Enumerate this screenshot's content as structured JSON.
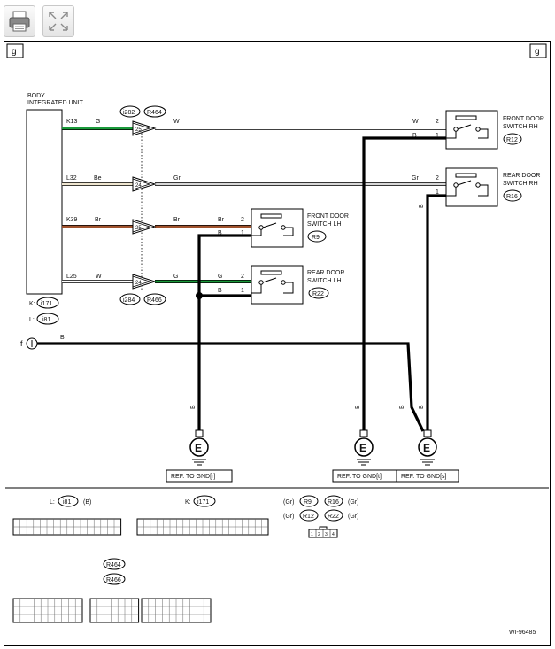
{
  "toolbar": {
    "print_icon": "printer-icon",
    "expand_icon": "expand-icon"
  },
  "marker": "g",
  "bcm": {
    "title_line1": "BODY",
    "title_line2": "INTEGRATED UNIT",
    "k_label": "K:",
    "k_conn": "i171",
    "l_label": "L:",
    "l_conn": "i81"
  },
  "wires": [
    {
      "pin": "K13",
      "left_color": "G",
      "pin_no": "25",
      "right_color": "W",
      "term_color": "W",
      "term_pin": "2"
    },
    {
      "pin": "L32",
      "left_color": "Be",
      "pin_no": "24",
      "right_color": "Gr",
      "term_color": "Gr",
      "term_pin": "2"
    },
    {
      "pin": "K39",
      "left_color": "Br",
      "pin_no": "25",
      "right_color": "Br",
      "term_color": "Br",
      "term_pin": "2"
    },
    {
      "pin": "L25",
      "left_color": "W",
      "pin_no": "24",
      "right_color": "G",
      "term_color": "G",
      "term_pin": "2"
    }
  ],
  "joint_conn": {
    "top_a": "i282",
    "top_b": "R464",
    "bot_a": "i284",
    "bot_b": "R466"
  },
  "switches": {
    "front_rh": {
      "line1": "FRONT DOOR",
      "line2": "SWITCH RH",
      "conn": "R12"
    },
    "rear_rh": {
      "line1": "REAR DOOR",
      "line2": "SWITCH RH",
      "conn": "R16"
    },
    "front_lh": {
      "line1": "FRONT DOOR",
      "line2": "SWITCH LH",
      "conn": "R9"
    },
    "rear_lh": {
      "line1": "REAR DOOR",
      "line2": "SWITCH LH",
      "conn": "R22"
    }
  },
  "ground_labels": {
    "b": "B",
    "one": "1",
    "two": "2",
    "e": "E"
  },
  "f_marker": "f",
  "gnd_refs": {
    "r": "REF. TO GND[r]",
    "t": "REF. TO GND[t]",
    "s": "REF. TO GND[s]"
  },
  "legend": {
    "l_prefix": "L:",
    "l_conn": "i81",
    "l_color": "(B)",
    "k_prefix": "K:",
    "k_conn": "i171",
    "r9": "R9",
    "r16": "R16",
    "r12": "R12",
    "r22": "R22",
    "gr": "(Gr)",
    "r464": "R464",
    "r466": "R466",
    "small_pins": [
      "1",
      "2",
      "3",
      "4"
    ]
  },
  "figure_id": "WI-96485"
}
